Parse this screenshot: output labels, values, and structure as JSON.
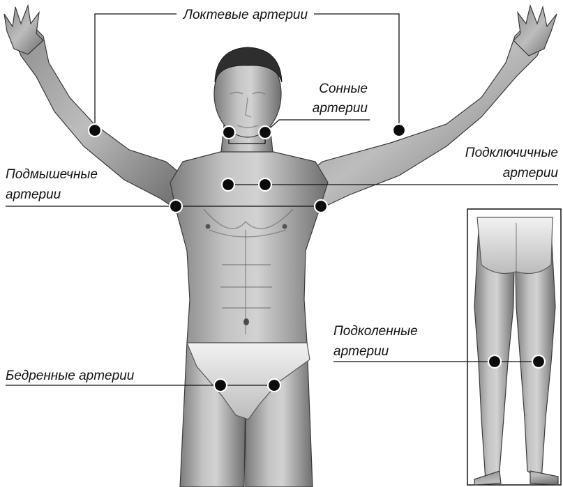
{
  "labels": {
    "elbow": "Локтевые артерии",
    "carotid_line1": "Сонные",
    "carotid_line2": "артерии",
    "subclavian_line1": "Подключичные",
    "subclavian_line2": "артерии",
    "axillary_line1": "Подмышечные",
    "axillary_line2": "артерии",
    "femoral": "Бедренные артерии",
    "popliteal_line1": "Подколенные",
    "popliteal_line2": "артерии"
  },
  "colors": {
    "marker": "#0b0b0b",
    "marker_ring": "#ffffff",
    "leader_line": "#111111",
    "skin_light": "#c9c9c9",
    "skin_dark": "#7a7a7a"
  },
  "illustration": {
    "front_view": "human-figure-front",
    "back_view_inset": "legs-back-view"
  }
}
